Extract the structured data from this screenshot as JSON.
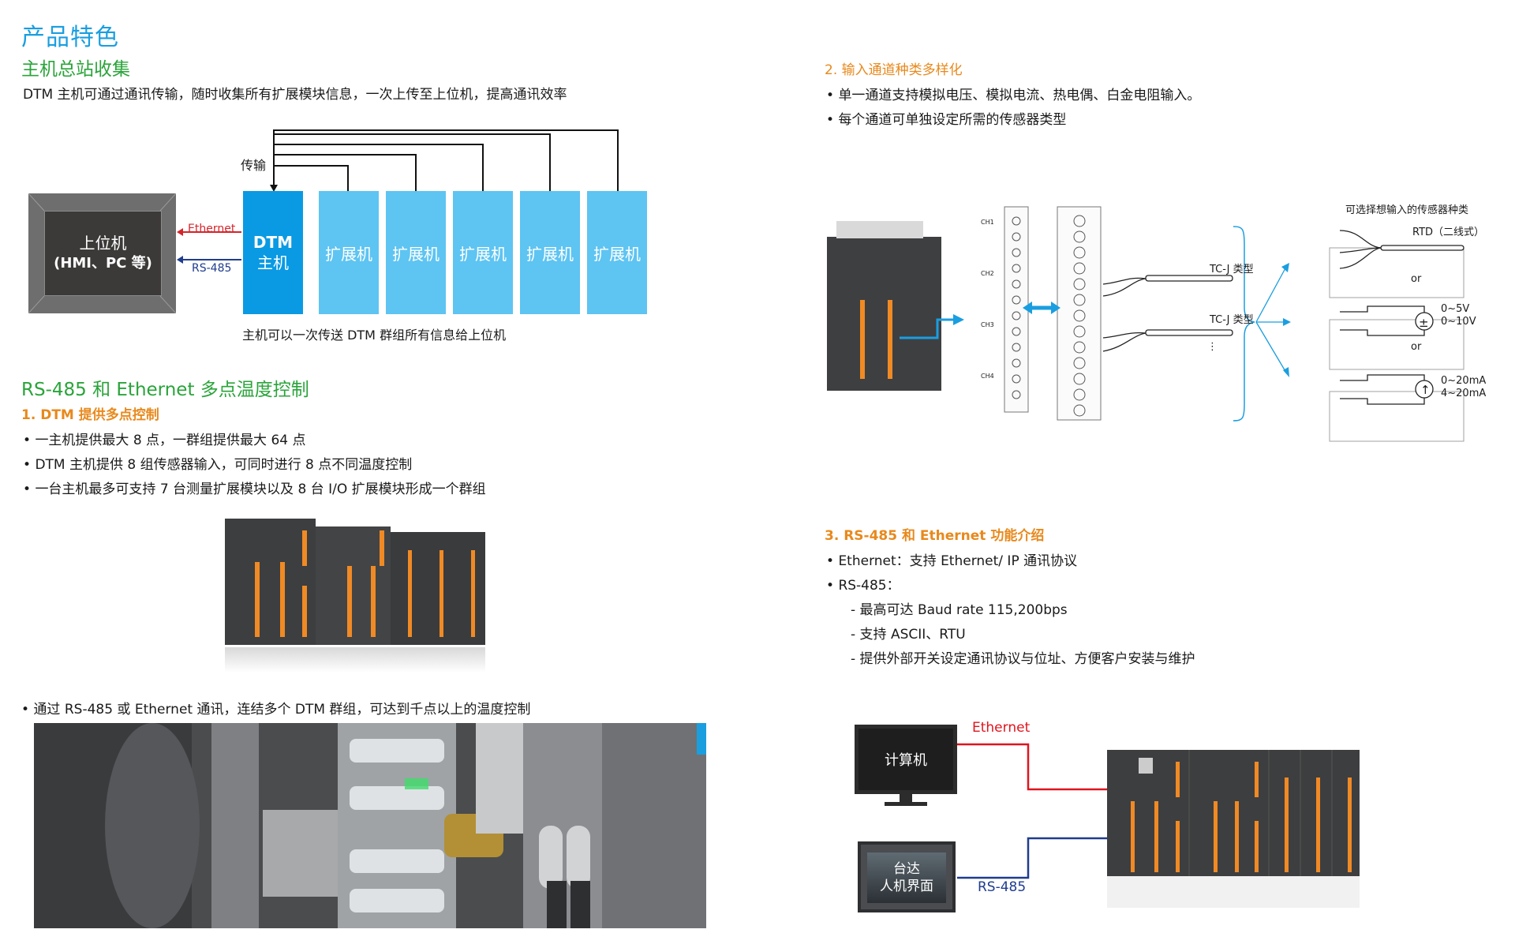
{
  "page_title": "产品特色",
  "section1": {
    "heading": "主机总站收集",
    "description": "DTM 主机可通过通讯传输，随时收集所有扩展模块信息，一次上传至上位机，提高通讯效率",
    "diagram": {
      "transfer_label": "传输",
      "host_line1": "上位机",
      "host_line2": "(HMI、PC 等)",
      "ethernet_label": "Ethernet",
      "rs485_label": "RS-485",
      "dtm_line1": "DTM",
      "dtm_line2": "主机",
      "extensions": [
        "扩展机",
        "扩展机",
        "扩展机",
        "扩展机",
        "扩展机"
      ],
      "caption": "主机可以一次传送 DTM 群组所有信息给上位机"
    }
  },
  "section2": {
    "heading": "RS-485 和 Ethernet 多点温度控制",
    "sub1": {
      "title": "1. DTM 提供多点控制",
      "bullets": [
        "一主机提供最大 8 点，一群组提供最大 64 点",
        "DTM 主机提供 8 组传感器输入，可同时进行 8 点不同温度控制",
        "一台主机最多可支持 7 台测量扩展模块以及 8 台 I/O 扩展模块形成一个群组"
      ],
      "note": "通过 RS-485 或 Ethernet 通讯，连结多个 DTM 群组，可达到千点以上的温度控制"
    },
    "sub2": {
      "title": "2. 输入通道种类多样化",
      "bullets": [
        "单一通道支持模拟电压、模拟电流、热电偶、白金电阻输入。",
        "每个通道可单独设定所需的传感器类型"
      ],
      "diagram": {
        "channels": [
          "CH1",
          "CH2",
          "CH3",
          "CH4"
        ],
        "tc_labels": [
          "TC-J 类型",
          "TC-J 类型"
        ],
        "ellipsis": "⋮",
        "sensor_title": "可选择想输入的传感器种类",
        "rtd_label": "RTD（二线式）",
        "or1": "or",
        "voltage_ranges": [
          "0~5V",
          "0~10V"
        ],
        "or2": "or",
        "current_ranges": [
          "0~20mA",
          "4~20mA"
        ],
        "plusminus_symbol": "±",
        "uparrow_symbol": "↑"
      }
    },
    "sub3": {
      "title": "3. RS-485 和 Ethernet 功能介绍",
      "bullets": [
        "Ethernet：支持 Ethernet/ IP 通讯协议",
        "RS-485："
      ],
      "subitems": [
        "- 最高可达 Baud rate 115,200bps",
        "- 支持 ASCII、RTU",
        "- 提供外部开关设定通讯协议与位址、方便客户安装与维护"
      ],
      "diagram": {
        "computer_label": "计算机",
        "hmi_line1": "台达",
        "hmi_line2": "人机界面",
        "ethernet_label": "Ethernet",
        "rs485_label": "RS-485"
      }
    }
  },
  "colors": {
    "title_blue": "#1a9ee0",
    "heading_green": "#2aa43a",
    "subtitle_orange": "#e8891c",
    "dtm_blue": "#0a9ae3",
    "ext_blue": "#5ec4f2",
    "ethernet_red": "#d7242a",
    "rs485_navy": "#1f3c8e"
  }
}
